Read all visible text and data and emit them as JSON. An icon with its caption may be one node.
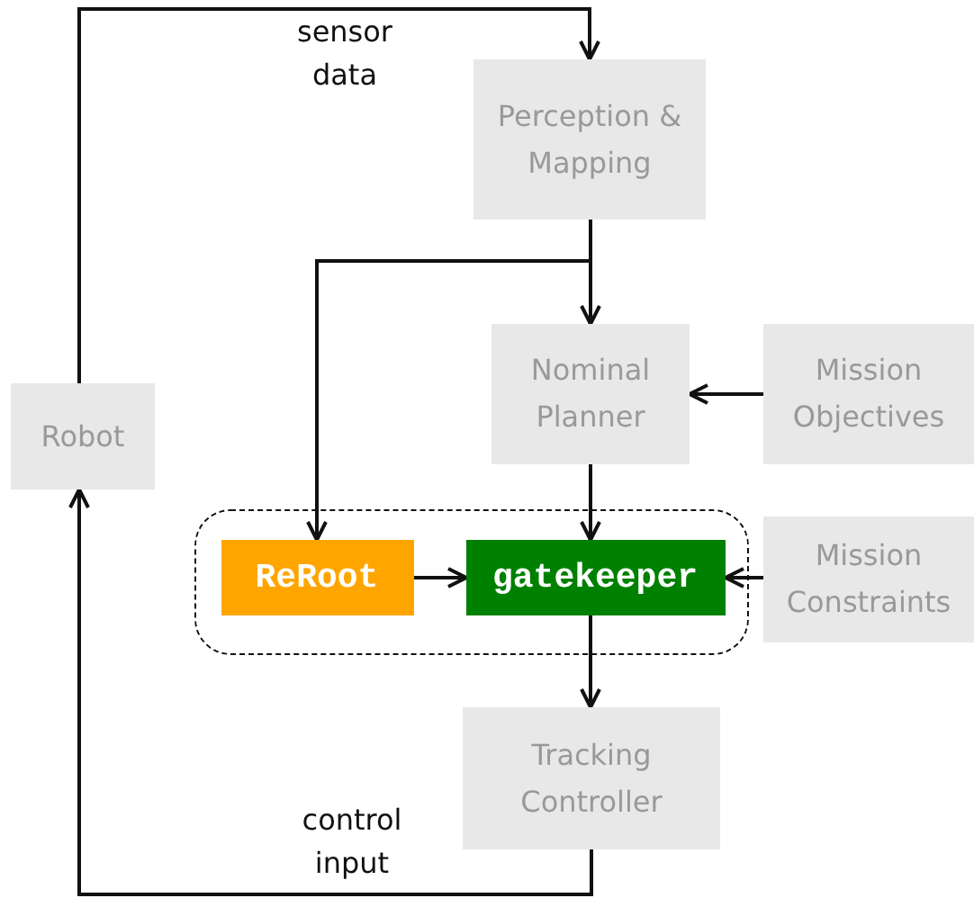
{
  "diagram": {
    "nodes": [
      {
        "text": [
          "Perception & Mapping"
        ]
      },
      {
        "text": [
          "Nominal Planner"
        ]
      },
      {
        "text": [
          "Mission Objectives"
        ]
      },
      {
        "text": [
          "Robot"
        ]
      },
      {
        "text": [],
        "shape": "box"
      },
      {
        "text": [
          "ReRoot"
        ],
        "in": 4
      },
      {
        "text": [
          "gatekeeper"
        ],
        "in": 4
      },
      {
        "text": [
          "Mission Constraints"
        ]
      },
      {
        "text": [
          "Tracking Controller"
        ]
      }
    ],
    "edges": [
      {
        "from": 3,
        "to": 0,
        "arrow": "to",
        "label": "sensor data"
      },
      {
        "from": 0,
        "to": 1,
        "arrow": "to"
      },
      {
        "from": 0,
        "to": 5,
        "arrow": "to"
      },
      {
        "from": 2,
        "to": 1,
        "arrow": "to"
      },
      {
        "from": 1,
        "to": 6,
        "arrow": "to"
      },
      {
        "from": 5,
        "to": 6,
        "arrow": "to"
      },
      {
        "from": 7,
        "to": 6,
        "arrow": "to"
      },
      {
        "from": 6,
        "to": 8,
        "arrow": "to"
      },
      {
        "from": 8,
        "to": 3,
        "arrow": "to",
        "label": "control input"
      }
    ]
  }
}
